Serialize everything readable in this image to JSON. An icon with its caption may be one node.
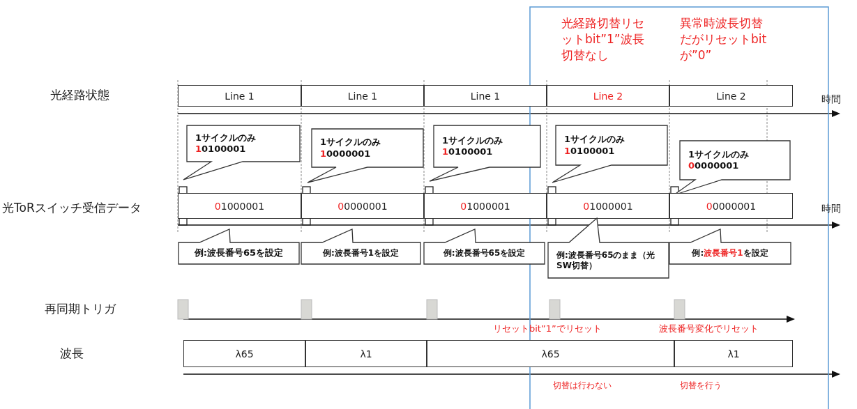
{
  "diagram": {
    "nodes": [
      {
        "text": [
          "Line 1"
        ]
      },
      {
        "text": [
          "Line 1"
        ]
      },
      {
        "text": [
          "Line 1"
        ]
      },
      {
        "text": [
          "Line 2"
        ]
      },
      {
        "text": [
          "Line 2"
        ]
      },
      {
        "text": [
          "1サイクルのみ",
          "10100001"
        ]
      },
      {
        "text": [
          "1サイクルのみ",
          "10000001"
        ]
      },
      {
        "text": [
          "1サイクルのみ",
          "10100001"
        ]
      },
      {
        "text": [
          "1サイクルのみ",
          "10100001"
        ]
      },
      {
        "text": [
          "1サイクルのみ",
          "00000001"
        ]
      },
      {
        "text": [
          "01000001"
        ]
      },
      {
        "text": [
          "00000001"
        ]
      },
      {
        "text": [
          "01000001"
        ]
      },
      {
        "text": [
          "01000001"
        ]
      },
      {
        "text": [
          "00000001"
        ]
      },
      {
        "text": [
          "例:波長番号65を設定"
        ]
      },
      {
        "text": [
          "例:波長番号1を設定"
        ]
      },
      {
        "text": [
          "例:波長番号65を設定"
        ]
      },
      {
        "text": [
          "例:波長番号65のまま（光SW切替）"
        ]
      },
      {
        "text": [
          "例:波長番号1を設定"
        ]
      },
      {
        "text": [
          "λ65"
        ]
      },
      {
        "text": [
          "λ1"
        ]
      },
      {
        "text": [
          "λ65"
        ]
      },
      {
        "text": [
          "λ1"
        ]
      }
    ],
    "edges": [],
    "labels": [
      "光経路切替リセットbit”1”波長切替なし",
      "異常時波長切替だがリセットbitが”0”",
      "光経路状態",
      "時間",
      "光ToRスイッチ受信データ",
      "時間",
      "再同期トリガ",
      "リセットbit”1”でリセット",
      "波長番号変化でリセット",
      "波長",
      "切替は行わない",
      "切替を行う"
    ]
  }
}
